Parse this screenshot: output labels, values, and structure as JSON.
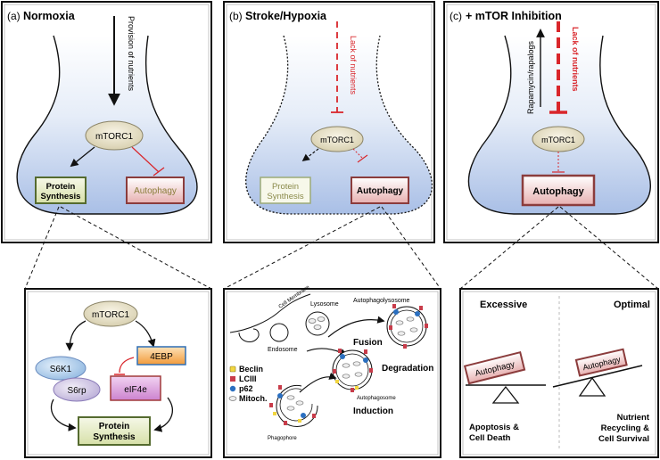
{
  "panel_a": {
    "title": "Normoxia",
    "label": "(a)",
    "nutrients": "Provision of nutrients",
    "mtorc1": "mTORC1",
    "protein_1": "Protein",
    "protein_2": "Synthesis",
    "autophagy": "Autophagy"
  },
  "panel_b": {
    "title": "Stroke/Hypoxia",
    "label": "(b)",
    "nutrients": "Lack of nutrients",
    "mtorc1": "mTORC1",
    "protein_1": "Protein",
    "protein_2": "Synthesis",
    "autophagy": "Autophagy"
  },
  "panel_c": {
    "title": "+ mTOR Inhibition",
    "label": "(c)",
    "drug": "Rapamycin/rapalogs",
    "nutrients": "Lack of nutrients",
    "mtorc1": "mTORC1",
    "autophagy": "Autophagy"
  },
  "detail_a": {
    "mtorc1": "mTORC1",
    "s6k1": "S6K1",
    "s6rp": "S6rp",
    "ebp": "4EBP",
    "eif4e": "eIF4e",
    "protein_1": "Protein",
    "protein_2": "Synthesis"
  },
  "detail_b": {
    "membrane": "Cell Membrane",
    "lysosome": "Lysosome",
    "autophagolysosome": "Autophagolysosome",
    "endosome": "Endosome",
    "fusion": "Fusion",
    "degradation": "Degradation",
    "autophagosome": "Autophagosome",
    "induction": "Induction",
    "phagophore": "Phagophore",
    "legend": [
      "Beclin",
      "LCIII",
      "p62",
      "Mitoch."
    ]
  },
  "detail_c": {
    "excessive": "Excessive",
    "optimal": "Optimal",
    "autophagy": "Autophagy",
    "bottom_left_1": "Apoptosis &",
    "bottom_left_2": "Cell Death",
    "bottom_right_1": "Nutrient",
    "bottom_right_2": "Recycling &",
    "bottom_right_3": "Cell Survival"
  },
  "colors": {
    "inhibition_red": "#d9262b",
    "protein_green": "#8aa05a",
    "autophagy_red": "#b85858",
    "eif4e_purple": "#d48fd6",
    "ebp_orange": "#f0a040",
    "s6k1_blue": "#9cc4e8"
  }
}
